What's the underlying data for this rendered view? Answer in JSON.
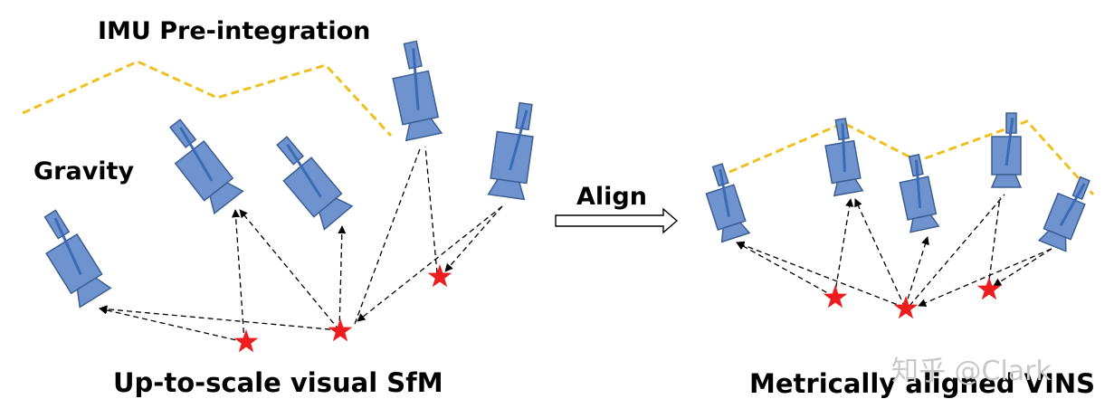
{
  "labels": {
    "imu": "IMU Pre-integration",
    "gravity": "Gravity",
    "sfm": "Up-to-scale visual SfM",
    "align": "Align",
    "vins": "Metrically aligned VINS",
    "watermark": "知乎 @Clark"
  },
  "colors": {
    "camera_fill": "#6f93cf",
    "camera_stroke": "#3c5f93",
    "camera_axis": "#3a6bb5",
    "imu_path": "#f0c020",
    "landmark": "#ee1d1d",
    "observation": "#000000"
  },
  "icons": [
    "camera-icon",
    "landmark-star-icon",
    "align-arrow-icon"
  ]
}
